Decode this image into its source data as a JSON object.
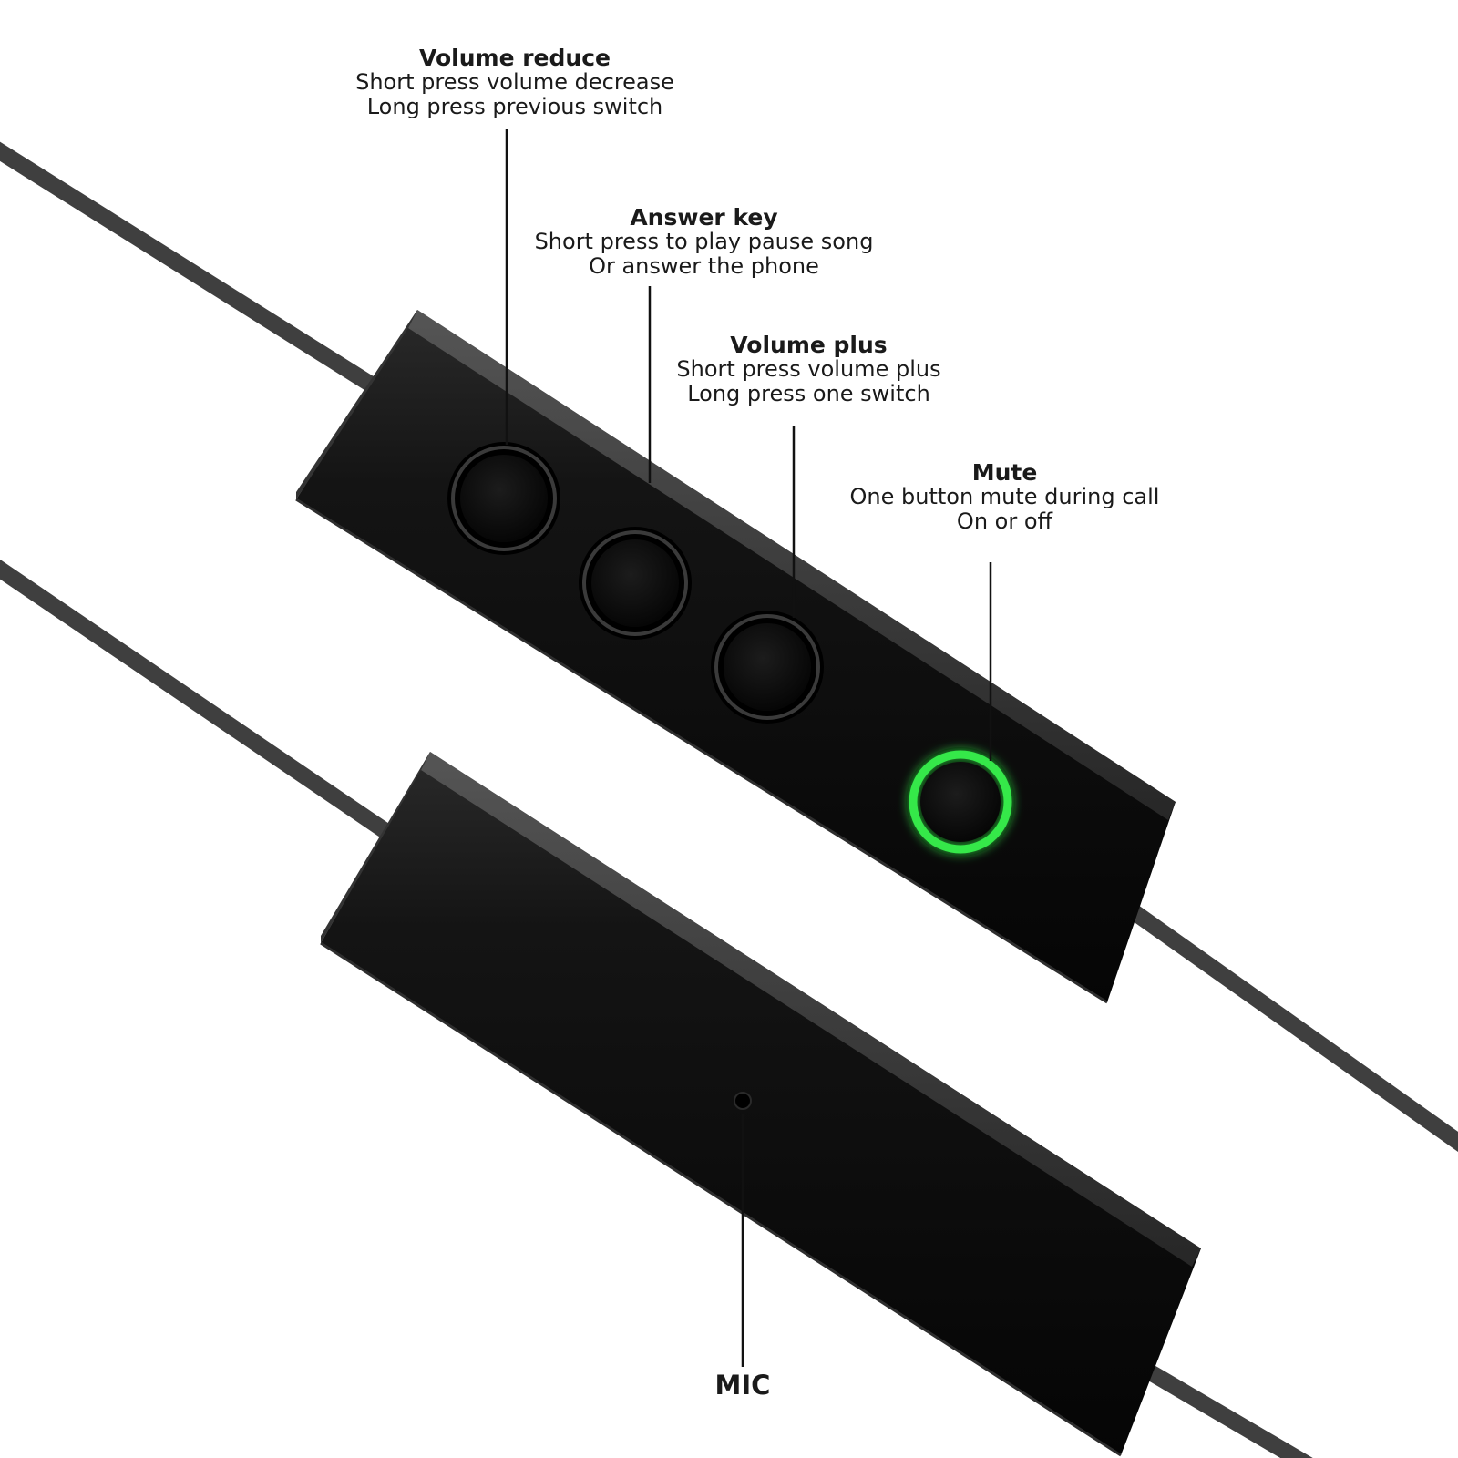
{
  "labels": {
    "volume_reduce": {
      "title": "Volume  reduce",
      "line1": "Short press volume decrease",
      "line2": "Long press previous switch"
    },
    "answer_key": {
      "title": "Answer key",
      "line1": "Short press to play pause song",
      "line2": "Or answer the phone"
    },
    "volume_plus": {
      "title": "Volume plus",
      "line1": "Short press volume plus",
      "line2": "Long press one switch"
    },
    "mute": {
      "title": "Mute",
      "line1": "One button mute during call",
      "line2": "On or off"
    },
    "mic": {
      "title": "MIC"
    }
  },
  "colors": {
    "background": "#ffffff",
    "cable": "#3f3f3f",
    "housing": "#0e0e0e",
    "housing_edge": "#3a3a3a",
    "mute_ring": "#35e84a",
    "leader_line": "#111111",
    "text": "#1a1a1a"
  }
}
